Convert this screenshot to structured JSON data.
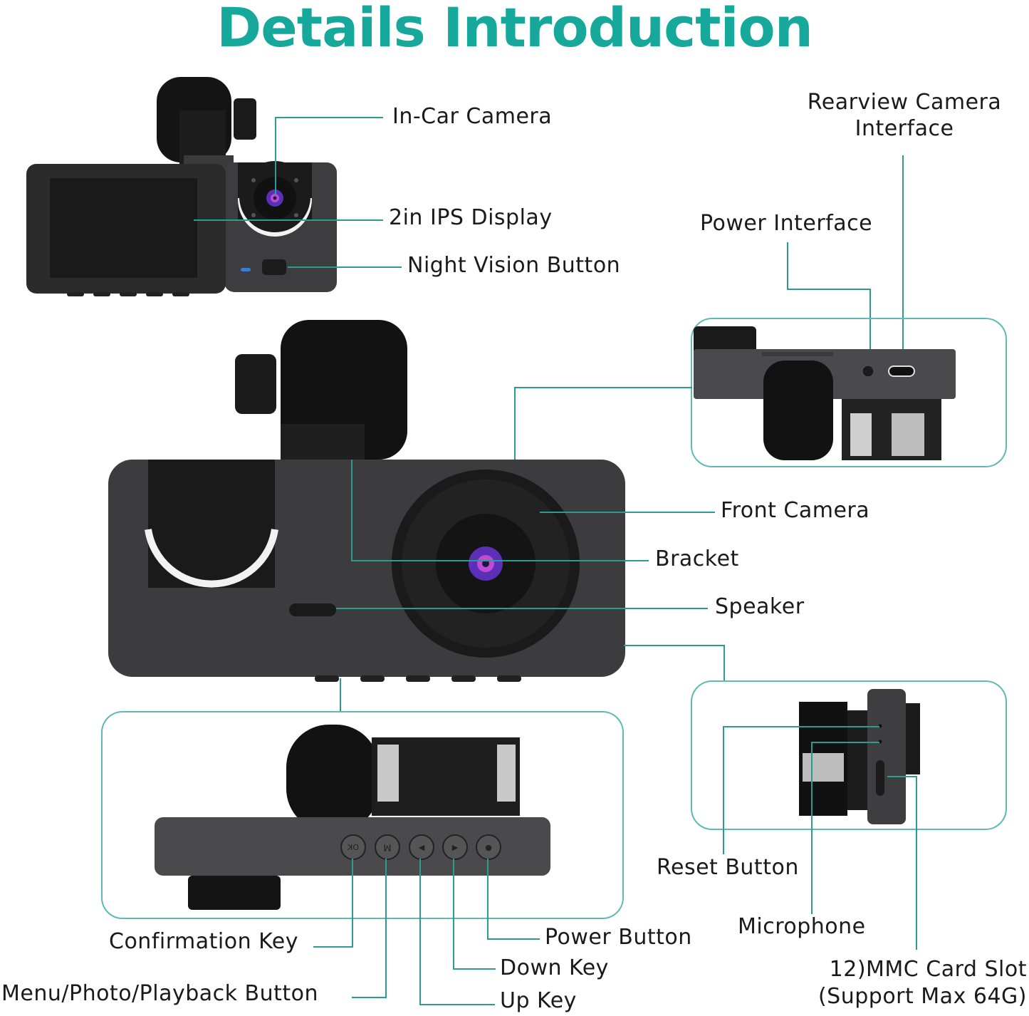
{
  "title": "Details Introduction",
  "accent_color": "#16a89a",
  "line_color": "#2a9d92",
  "labels": {
    "in_car_camera": "In-Car Camera",
    "ips_display": "2in IPS Display",
    "night_vision_button": "Night Vision Button",
    "rearview_camera_interface_1": "Rearview Camera",
    "rearview_camera_interface_2": "Interface",
    "power_interface": "Power Interface",
    "front_camera": "Front Camera",
    "bracket": "Bracket",
    "speaker": "Speaker",
    "reset_button": "Reset Button",
    "microphone": "Microphone",
    "card_slot_1": "12)MMC Card Slot",
    "card_slot_2": "(Support Max 64G)",
    "confirmation_key": "Confirmation Key",
    "menu_button": "Menu/Photo/Playback Button",
    "power_button": "Power Button",
    "down_key": "Down Key",
    "up_key": "Up Key"
  },
  "buttons": {
    "ok": "OK",
    "menu": "M",
    "up": "◀",
    "down": "▶",
    "power": "●"
  }
}
